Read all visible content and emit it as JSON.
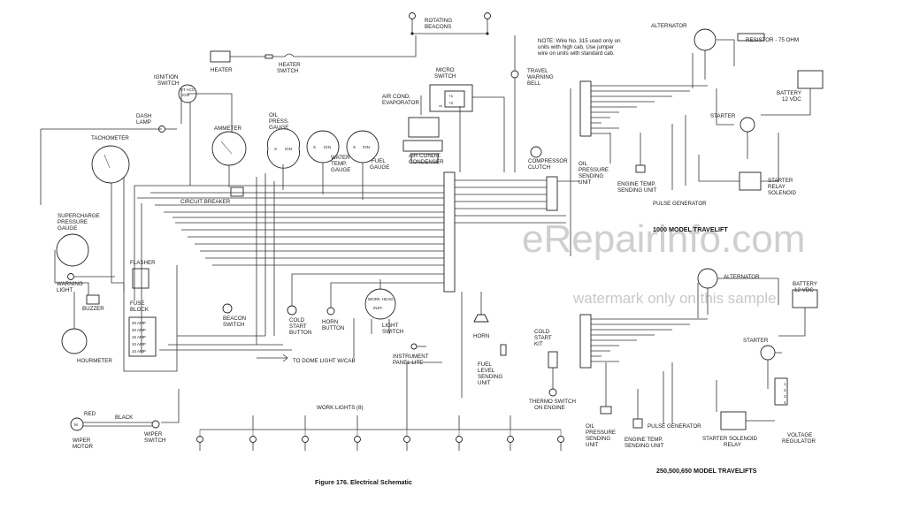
{
  "watermark": {
    "main": "eRepairinfo.com",
    "sub": "watermark only on this sample"
  },
  "captions": {
    "figure": "Figure 176. Electrical Schematic",
    "model_1000": "1000 MODEL TRAVELIFT",
    "model_small": "250,500,650 MODEL TRAVELIFTS"
  },
  "note": {
    "line1": "NOTE:  Wire No. 315 used only on",
    "line2": "units with high cab. Use jumper",
    "line3": "wire on units with standard cab."
  },
  "labels": {
    "rotating_beacons_1": "ROTATING",
    "rotating_beacons_2": "BEACONS",
    "heater": "HEATER",
    "heater_switch_1": "HEATER",
    "heater_switch_2": "SWITCH",
    "micro_switch_1": "MICRO",
    "micro_switch_2": "SWITCH",
    "travel_warning_1": "TRAVEL",
    "travel_warning_2": "WARNING",
    "travel_warning_3": "BELL",
    "ignition_1": "IGNITION",
    "ignition_2": "SWITCH",
    "dash_lamp_1": "DASH",
    "dash_lamp_2": "LAMP",
    "tachometer": "TACHOMETER",
    "ammeter": "AMMETER",
    "oil_press_1": "OIL",
    "oil_press_2": "PRESS.",
    "oil_press_3": "GAUGE",
    "water_temp_1": "WATER",
    "water_temp_2": "TEMP.",
    "water_temp_3": "GAUGE",
    "fuel_gauge_1": "FUEL",
    "fuel_gauge_2": "GAUGE",
    "air_evap_1": "AIR COND.",
    "air_evap_2": "EVAPORATOR",
    "air_cond_1": "AIR CONDIT.",
    "air_cond_2": "CONDENSER",
    "compressor_1": "COMPRESSOR",
    "compressor_2": "CLUTCH",
    "circuit_breaker": "CIRCUIT BREAKER",
    "supercharge_1": "SUPERCHARGE",
    "supercharge_2": "PRESSURE",
    "supercharge_3": "GAUGE",
    "warning_light_1": "WARNING",
    "warning_light_2": "LIGHT",
    "flasher": "FLASHER",
    "buzzer": "BUZZER",
    "fuse_block_1": "FUSE",
    "fuse_block_2": "BLOCK",
    "hourmeter": "HOURMETER",
    "beacon_switch_1": "BEACON",
    "beacon_switch_2": "SWITCH",
    "cold_start_btn_1": "COLD",
    "cold_start_btn_2": "START",
    "cold_start_btn_3": "BUTTON",
    "horn_button_1": "HORN",
    "horn_button_2": "BUTTON",
    "light_switch_1": "LIGHT",
    "light_switch_2": "SWITCH",
    "horn": "HORN",
    "cold_start_kit_1": "COLD",
    "cold_start_kit_2": "START",
    "cold_start_kit_3": "KIT",
    "dome_light": "TO DOME LIGHT W/CAB",
    "instrument_lite_1": "INSTRUMENT",
    "instrument_lite_2": "PANEL LITE",
    "fuel_level_1": "FUEL",
    "fuel_level_2": "LEVEL",
    "fuel_level_3": "SENDING",
    "fuel_level_4": "UNIT",
    "thermo_1": "THERMO SWITCH",
    "thermo_2": "ON ENGINE",
    "work_lights": "WORK LIGHTS (8)",
    "red": "RED",
    "black": "BLACK",
    "wiper_motor_1": "WIPER",
    "wiper_motor_2": "MOTOR",
    "wiper_switch_1": "WIPER",
    "wiper_switch_2": "SWITCH",
    "alternator_top": "ALTERNATOR",
    "resistor": "RESISTOR - 75 OHM",
    "battery_top_1": "BATTERY",
    "battery_top_2": "12 VDC",
    "starter_top": "STARTER",
    "oil_send_top_1": "OIL",
    "oil_send_top_2": "PRESSURE",
    "oil_send_top_3": "SENDING",
    "oil_send_top_4": "UNIT",
    "eng_temp_top_1": "ENGINE TEMP.",
    "eng_temp_top_2": "SENDING UNIT",
    "pulse_top": "PULSE GENERATOR",
    "starter_relay_1": "STARTER",
    "starter_relay_2": "RELAY",
    "starter_relay_3": "SOLENOID",
    "alternator_bot": "ALTERNATOR",
    "battery_bot_1": "BATTERY",
    "battery_bot_2": "12 VDC",
    "starter_bot": "STARTER",
    "oil_send_bot_1": "OIL",
    "oil_send_bot_2": "PRESSURE",
    "oil_send_bot_3": "SENDING",
    "oil_send_bot_4": "UNIT",
    "eng_temp_bot_1": "ENGINE TEMP.",
    "eng_temp_bot_2": "SENDING UNIT",
    "pulse_bot": "PULSE GENERATOR",
    "solenoid_relay_1": "STARTER SOLENOID",
    "solenoid_relay_2": "RELAY",
    "voltage_reg_1": "VOLTAGE",
    "voltage_reg_2": "REGULATOR"
  },
  "gauge_marks": {
    "ign": "IGN",
    "s": "S",
    "amp1": "20 AMP",
    "amp2": "20 AMP",
    "amp3": "15 AMP",
    "amp4": "10 AMP",
    "amp5": "10 AMP",
    "work": "WORK",
    "head": "HEAD",
    "inst": "INST.",
    "m": "M"
  }
}
